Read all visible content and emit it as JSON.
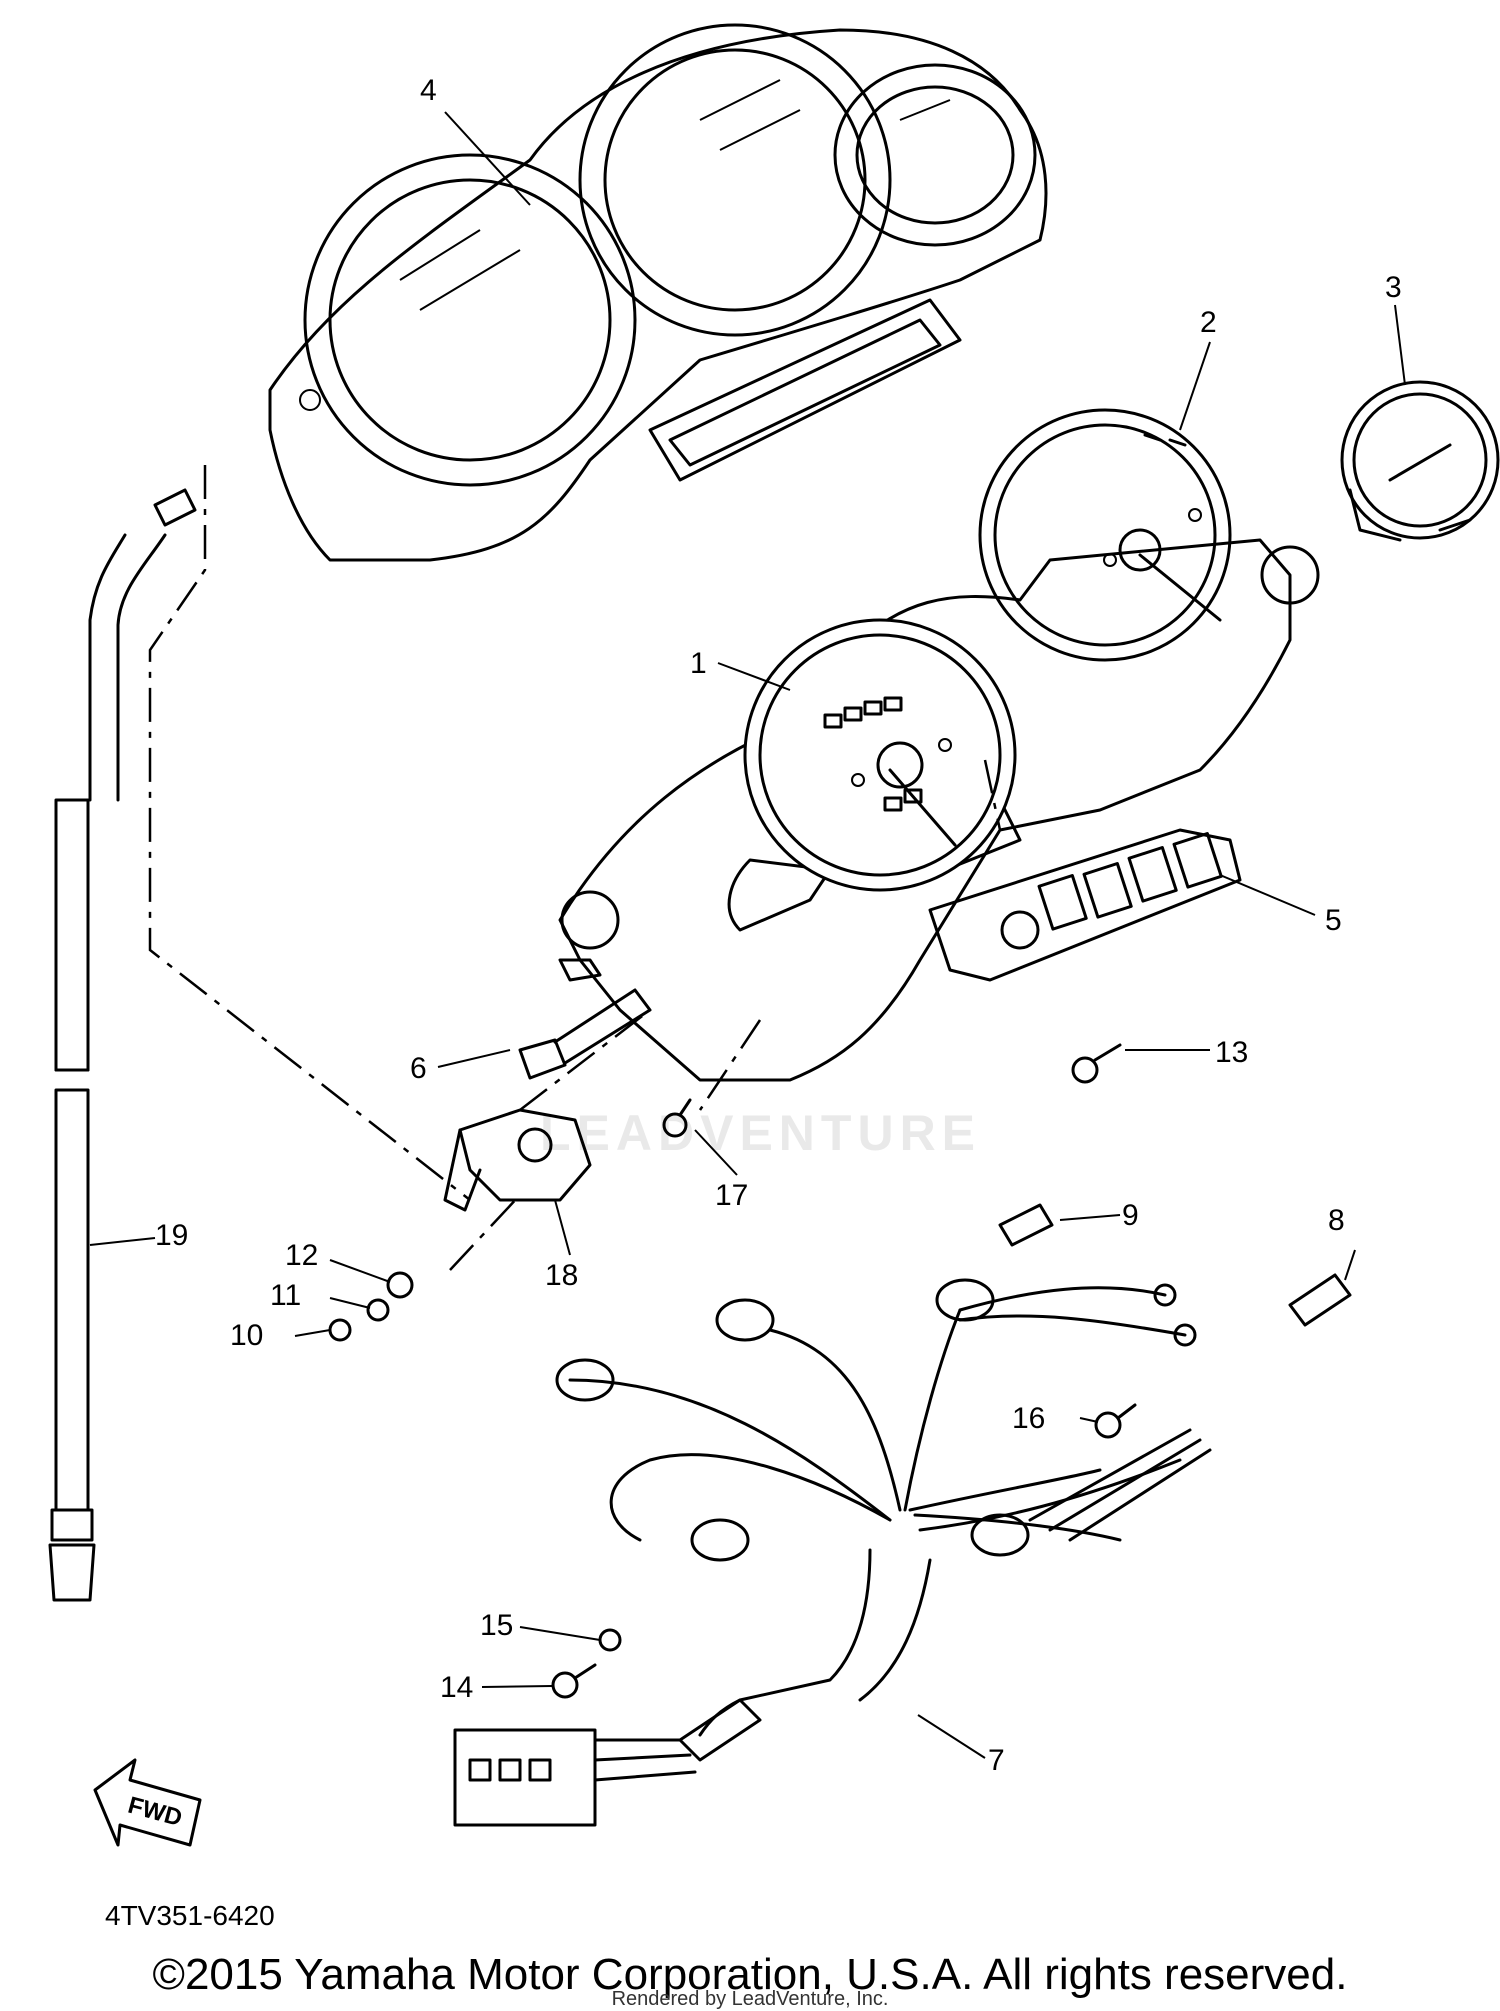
{
  "watermark": "LEADVENTURE",
  "diagram_code": "4TV351-6420",
  "copyright": "©2015 Yamaha Motor Corporation, U.S.A. All rights reserved.",
  "rendered_by": "Rendered by LeadVenture, Inc.",
  "fwd_label": "FWD",
  "callouts": {
    "c1": "1",
    "c2": "2",
    "c3": "3",
    "c4": "4",
    "c5": "5",
    "c6": "6",
    "c7": "7",
    "c8": "8",
    "c9": "9",
    "c10": "10",
    "c11": "11",
    "c12": "12",
    "c13": "13",
    "c14": "14",
    "c15": "15",
    "c16": "16",
    "c17": "17",
    "c18": "18",
    "c19": "19"
  }
}
